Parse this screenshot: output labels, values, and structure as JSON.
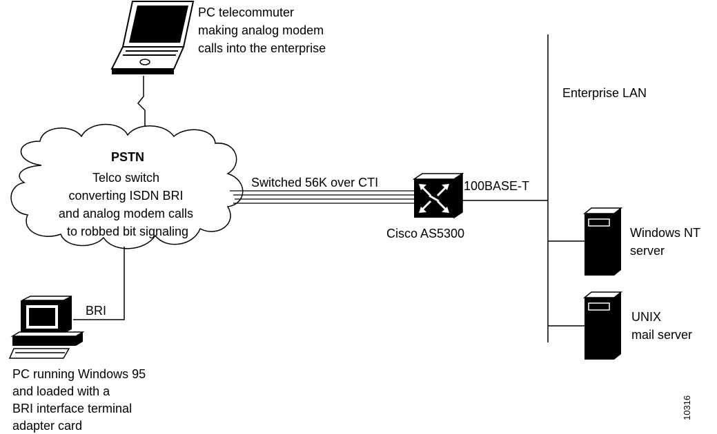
{
  "laptop_caption": [
    "PC telecommuter",
    "making analog modem",
    "calls into the enterprise"
  ],
  "cloud": {
    "title": "PSTN",
    "lines": [
      "Telco switch",
      "converting ISDN BRI",
      "and analog modem calls",
      "to robbed bit signaling"
    ]
  },
  "trunk_label": "Switched 56K over CTI",
  "router_label": "Cisco AS5300",
  "ethernet_label": "100BASE-T",
  "lan_label": "Enterprise LAN",
  "bri_label": "BRI",
  "desktop_caption": [
    "PC running Windows 95",
    "and loaded with a",
    "BRI interface terminal",
    "adapter card"
  ],
  "server_nt": [
    "Windows NT",
    "server"
  ],
  "server_unix": [
    "UNIX",
    "mail server"
  ],
  "figure_id": "10316",
  "icons": [
    "laptop-icon",
    "cloud-icon",
    "router-icon",
    "desktop-pc-icon",
    "server-icon"
  ]
}
